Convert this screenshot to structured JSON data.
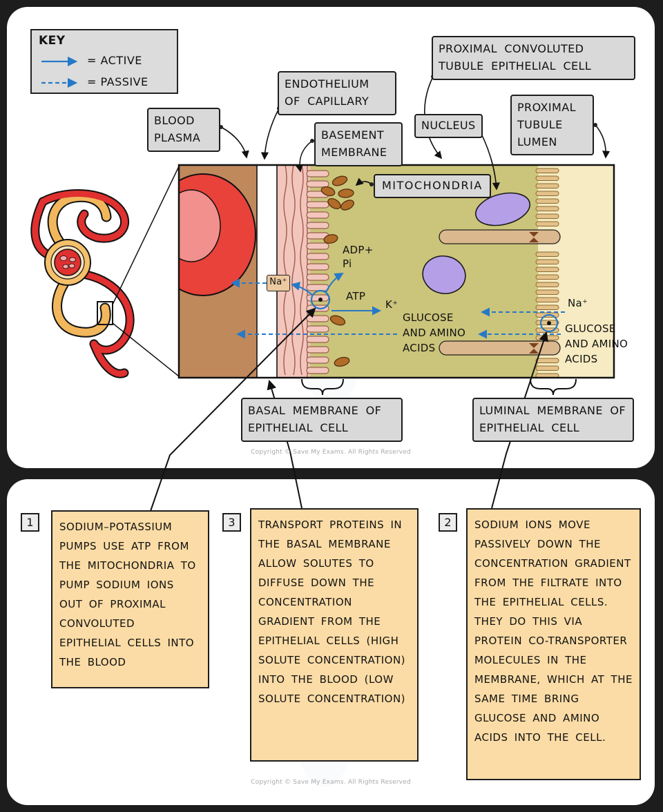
{
  "key": {
    "title": "KEY",
    "active_label": "= ACTIVE",
    "passive_label": "= PASSIVE"
  },
  "diagram": {
    "labels": {
      "blood_plasma": "BLOOD PLASMA",
      "endothelium": "ENDOTHELIUM OF CAPILLARY",
      "basement_membrane": "BASEMENT MEMBRANE",
      "pct_epithelial_cell": "PROXIMAL CONVOLUTED TUBULE EPITHELIAL CELL",
      "nucleus": "NUCLEUS",
      "proximal_tubule_lumen": "PROXIMAL TUBULE LUMEN",
      "mitochondria": "MITOCHONDRIA",
      "basal_membrane": "BASAL MEMBRANE OF EPITHELIAL CELL",
      "luminal_membrane": "LUMINAL MEMBRANE OF EPITHELIAL CELL"
    },
    "molecules": {
      "na_left": "Na⁺",
      "adp_pi": "ADP+\nPi",
      "atp": "ATP",
      "k": "K⁺",
      "glucose_left": "GLUCOSE\nAND AMINO\nACIDS",
      "na_right": "Na⁺",
      "glucose_right": "GLUCOSE\nAND AMINO\nACIDS"
    }
  },
  "steps": [
    {
      "number": "1",
      "text": "SODIUM–POTASSIUM PUMPS USE ATP FROM THE MITOCHONDRIA TO PUMP SODIUM IONS OUT OF PROXIMAL CONVOLUTED EPITHELIAL CELLS INTO THE BLOOD"
    },
    {
      "number": "3",
      "text": "TRANSPORT PROTEINS IN THE BASAL MEMBRANE ALLOW SOLUTES TO DIFFUSE DOWN THE CONCENTRATION GRADIENT FROM THE EPITHELIAL CELLS (HIGH SOLUTE CONCENTRATION) INTO THE BLOOD (LOW SOLUTE CONCENTRATION)"
    },
    {
      "number": "2",
      "text": "SODIUM IONS MOVE PASSIVELY DOWN THE CONCENTRATION GRADIENT FROM THE FILTRATE INTO THE EPITHELIAL CELLS. THEY DO THIS VIA PROTEIN CO-TRANSPORTER MOLECULES IN THE MEMBRANE, WHICH AT THE SAME TIME BRING GLUCOSE AND AMINO ACIDS INTO THE CELL."
    }
  ],
  "footer": {
    "copyright": "Copyright © Save My Exams. All Rights Reserved"
  },
  "colors": {
    "active_arrow": "#2579c8",
    "passive_arrow": "#2579c8",
    "label_box_fill": "#d9d9d9",
    "step_box_fill": "#fbdca6",
    "blood_plasma_fill": "#c0895c",
    "basement_fill": "#f2c6bc",
    "cell_fill": "#cbc47b",
    "lumen_fill": "#f6ebc2",
    "nucleus_fill": "#b5a0e8",
    "mitochondria_fill": "#b06c28",
    "red_cell_fill": "#e8423a"
  }
}
